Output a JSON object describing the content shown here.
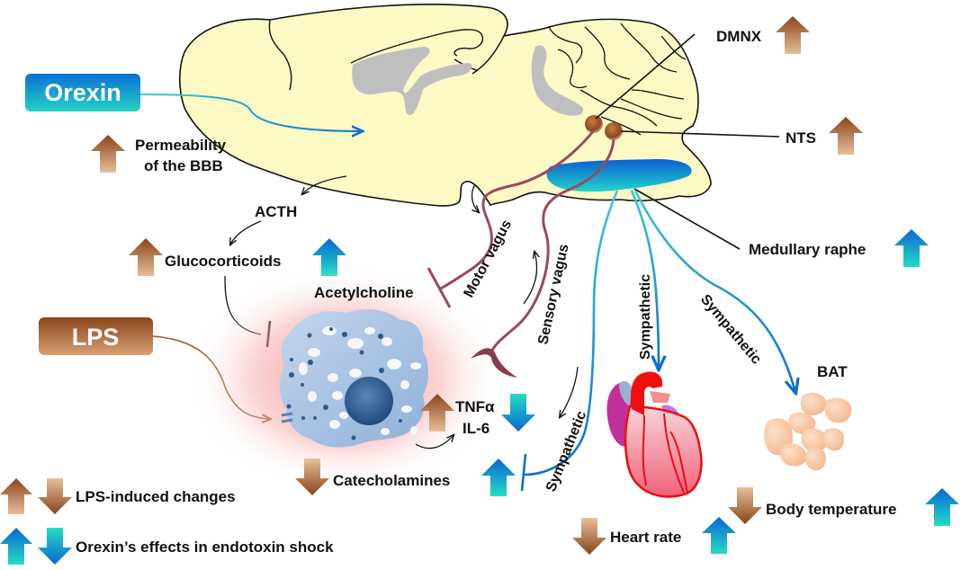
{
  "title": "Orexin effects in endotoxin shock pathway diagram",
  "boxes": {
    "orexin": "Orexin",
    "lps": "LPS"
  },
  "labels": {
    "permeability_line1": "Permeability",
    "permeability_line2": "of the BBB",
    "acth": "ACTH",
    "glucocorticoids": "Glucocorticoids",
    "acetylcholine": "Acetylcholine",
    "motor_vagus": "Motor vagus",
    "sensory_vagus": "Sensory vagus",
    "dmnx": "DMNX",
    "nts": "NTS",
    "medullary_raphe": "Medullary raphe",
    "sympathetic_catecholamines": "Sympathetic",
    "sympathetic_heart": "Sympathetic",
    "sympathetic_bat": "Sympathetic",
    "bat": "BAT",
    "tnf": "TNFα",
    "il6": "IL-6",
    "catecholamines": "Catecholamines",
    "heart_rate": "Heart rate",
    "body_temperature": "Body temperature"
  },
  "legend": {
    "lps_changes": "LPS-induced changes",
    "orexin_effects": "Orexin’s effects in endotoxin shock"
  },
  "colors": {
    "brain_fill": "#fcf9c5",
    "ventricle": "#bfbfbf",
    "lps_arrow_dark": "#8b4513",
    "lps_arrow_light": "#e0b48c",
    "orexin_arrow_dark": "#0b6fd0",
    "orexin_arrow_light": "#22d1c4",
    "vagus": "#9a4a5a",
    "sympathetic": "#3cc8d8",
    "macrophage": "#a9c4e4",
    "nucleus": "#2d5a8a",
    "heart": "#f01010",
    "bat_cells": "#f7c9a3"
  },
  "indicators": {
    "permeability": "up-lps",
    "dmnx": "up-lps",
    "nts": "up-lps",
    "glucocorticoids": [
      "up-lps",
      "up-orexin"
    ],
    "medullary_raphe": "up-orexin",
    "tnf_il6": [
      "up-lps",
      "down-orexin"
    ],
    "catecholamines": [
      "down-lps",
      "up-orexin"
    ],
    "heart_rate": [
      "down-lps",
      "up-orexin"
    ],
    "body_temperature": [
      "down-lps",
      "up-orexin"
    ]
  }
}
